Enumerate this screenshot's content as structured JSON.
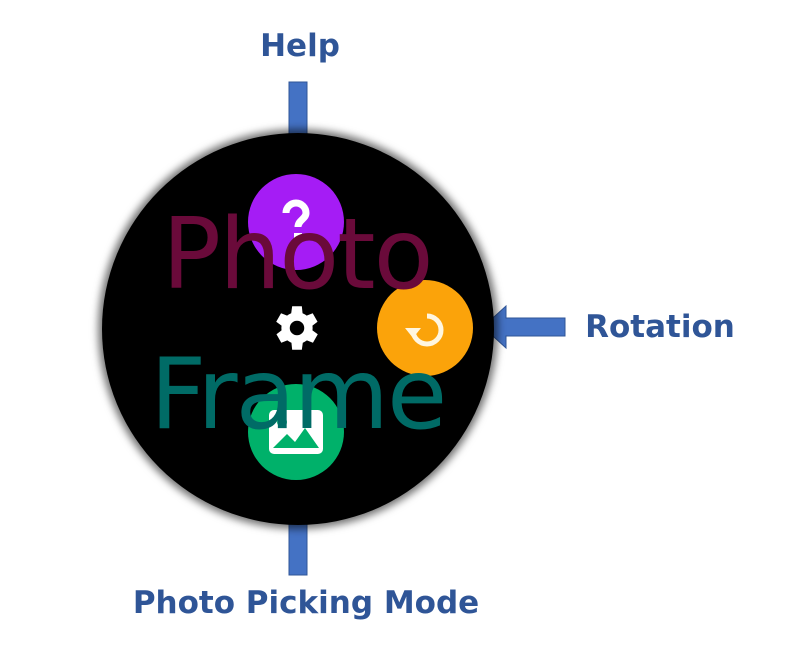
{
  "labels": {
    "help": "Help",
    "rotation": "Rotation",
    "photo_picking": "Photo Picking Mode"
  },
  "watch": {
    "title_line1": "Photo",
    "title_line2": "Frame"
  },
  "colors": {
    "help": "#a51cf5",
    "rotation": "#fba30a",
    "photo": "#00b16a",
    "label": "#2f5597",
    "arrow": "#4472c4",
    "title1": "#6a0a3a",
    "title2": "#006b66"
  },
  "icons": {
    "help": "question-icon",
    "rotation": "rotate-icon",
    "photo": "image-icon",
    "settings": "gear-icon"
  }
}
